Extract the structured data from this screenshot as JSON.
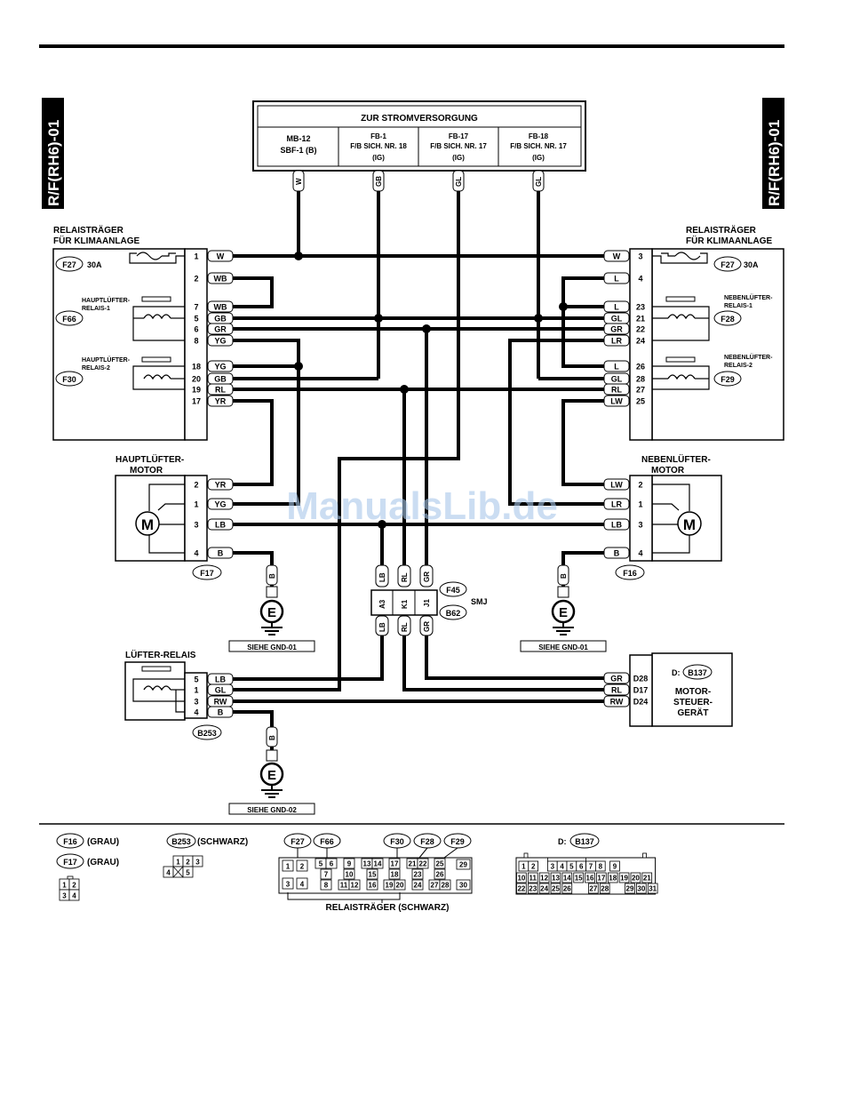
{
  "side_tab": "R/F(RH6)-01",
  "power": {
    "title": "ZUR STROMVERSORGUNG",
    "cols": [
      {
        "l1": "MB-12",
        "l2": "SBF-1 (B)",
        "l3": ""
      },
      {
        "l1": "FB-1",
        "l2": "F/B SICH. NR. 18",
        "l3": "(IG)"
      },
      {
        "l1": "FB-17",
        "l2": "F/B SICH. NR. 17",
        "l3": "(IG)"
      },
      {
        "l1": "FB-18",
        "l2": "F/B SICH. NR. 17",
        "l3": "(IG)"
      }
    ],
    "wires": [
      "W",
      "GB",
      "GL",
      "GL"
    ]
  },
  "relay_left": {
    "title1": "RELAISTRÄGER",
    "title2": "FÜR KLIMAANLAGE",
    "fuse_conn": "F27",
    "fuse_amp": "30A",
    "relay1_l1": "HAUPTLÜFTER-",
    "relay1_l2": "RELAIS-1",
    "relay1_conn": "F66",
    "relay2_l1": "HAUPTLÜFTER-",
    "relay2_l2": "RELAIS-2",
    "relay2_conn": "F30",
    "pins": [
      "1",
      "2",
      "7",
      "5",
      "6",
      "8",
      "18",
      "20",
      "19",
      "17"
    ],
    "wires": [
      "W",
      "WB",
      "WB",
      "GB",
      "GR",
      "YG",
      "YG",
      "GB",
      "RL",
      "YR"
    ]
  },
  "relay_right": {
    "title1": "RELAISTRÄGER",
    "title2": "FÜR KLIMAANLAGE",
    "fuse_conn": "F27",
    "fuse_amp": "30A",
    "relay1_l1": "NEBENLÜFTER-",
    "relay1_l2": "RELAIS-1",
    "relay1_conn": "F28",
    "relay2_l1": "NEBENLÜFTER-",
    "relay2_l2": "RELAIS-2",
    "relay2_conn": "F29",
    "pins": [
      "3",
      "4",
      "23",
      "21",
      "22",
      "24",
      "26",
      "28",
      "27",
      "25"
    ],
    "wires": [
      "W",
      "L",
      "L",
      "GL",
      "GR",
      "LR",
      "L",
      "GL",
      "RL",
      "LW"
    ]
  },
  "motor_left": {
    "title1": "HAUPTLÜFTER-",
    "title2": "MOTOR",
    "symbol": "M",
    "conn": "F17",
    "pins": [
      "2",
      "1",
      "3",
      "4"
    ],
    "wires": [
      "YR",
      "YG",
      "LB",
      "B"
    ]
  },
  "motor_right": {
    "title1": "NEBENLÜFTER-",
    "title2": "MOTOR",
    "symbol": "M",
    "conn": "F16",
    "pins": [
      "2",
      "1",
      "3",
      "4"
    ],
    "wires": [
      "LW",
      "LR",
      "LB",
      "B"
    ]
  },
  "ground_left": {
    "wire": "B",
    "symbol": "E",
    "ref": "SIEHE GND-01"
  },
  "ground_right": {
    "wire": "B",
    "symbol": "E",
    "ref": "SIEHE GND-01"
  },
  "ground_bottom": {
    "wire": "B",
    "symbol": "E",
    "ref": "SIEHE GND-02"
  },
  "smj": {
    "label": "SMJ",
    "conn_top": "F45",
    "conn_bottom": "B62",
    "pins": [
      "A3",
      "K1",
      "J1"
    ],
    "wires": [
      "LB",
      "RL",
      "GR"
    ]
  },
  "fan_relay": {
    "title": "LÜFTER-RELAIS",
    "conn": "B253",
    "pins": [
      "5",
      "1",
      "3",
      "4"
    ],
    "wires": [
      "LB",
      "GL",
      "RW",
      "B"
    ]
  },
  "ecm": {
    "conn_prefix": "D:",
    "conn": "B137",
    "title1": "MOTOR-",
    "title2": "STEUER-",
    "title3": "GERÄT",
    "pins": [
      "D28",
      "D17",
      "D24"
    ],
    "wires": [
      "GR",
      "RL",
      "RW"
    ]
  },
  "legend": {
    "f16": "F16",
    "f16_color": "(GRAU)",
    "f17": "F17",
    "f17_color": "(GRAU)",
    "b253": "B253",
    "b253_color": "(SCHWARZ)",
    "relay_conns": [
      "F27",
      "F66",
      "F30",
      "F28",
      "F29"
    ],
    "relay_caption": "RELAISTRÄGER (SCHWARZ)",
    "b137_prefix": "D:",
    "b137": "B137",
    "f16_pins": [
      "1",
      "2",
      "3",
      "4"
    ],
    "b253_pins": [
      "1",
      "2",
      "3",
      "4",
      "5"
    ],
    "relay_pins": [
      "1",
      "2",
      "3",
      "4",
      "5",
      "6",
      "7",
      "8",
      "9",
      "10",
      "11",
      "12",
      "13",
      "14",
      "15",
      "16",
      "17",
      "18",
      "19",
      "20",
      "21",
      "22",
      "23",
      "24",
      "25",
      "26",
      "27",
      "28",
      "29",
      "30"
    ],
    "b137_pins": [
      "1",
      "2",
      "3",
      "4",
      "5",
      "6",
      "7",
      "8",
      "9",
      "10",
      "11",
      "12",
      "13",
      "14",
      "15",
      "16",
      "17",
      "18",
      "19",
      "20",
      "21",
      "22",
      "23",
      "24",
      "25",
      "26",
      "27",
      "28",
      "29",
      "30",
      "31"
    ]
  },
  "watermark": "ManualsLib.de"
}
